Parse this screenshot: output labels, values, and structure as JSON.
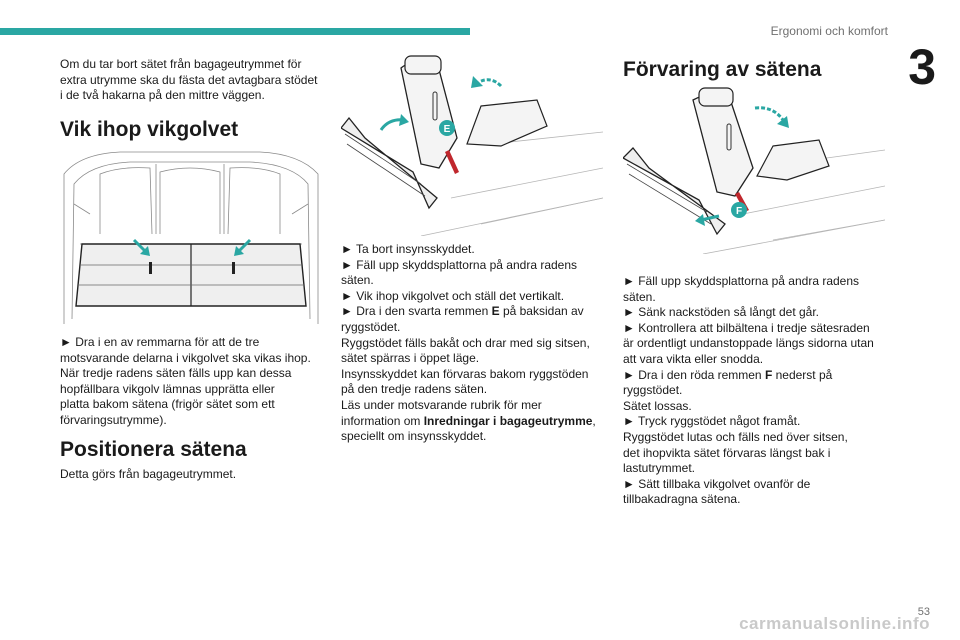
{
  "colors": {
    "accent": "#2aa7a3",
    "badge": "#2aa7a3",
    "strap_red": "#c0272d"
  },
  "header": {
    "section_title": "Ergonomi och komfort",
    "chapter_number": "3",
    "page_number": "53"
  },
  "col1": {
    "intro": [
      "Om du tar bort sätet från bagageutrymmet för",
      "extra utrymme ska du fästa det avtagbara stödet",
      "i de två hakarna på den mittre väggen."
    ],
    "heading1": "Vik ihop vikgolvet",
    "para1": [
      "► Dra i en av remmarna för att de tre",
      "motsvarande delarna i vikgolvet ska vikas ihop.",
      "När tredje radens säten fälls upp kan dessa",
      "hopfällbara vikgolv lämnas upprätta eller",
      "platta bakom sätena (frigör sätet som ett",
      "förvaringsutrymme)."
    ],
    "heading2": "Positionera sätena",
    "para2": "Detta görs från bagageutrymmet."
  },
  "col2": {
    "badge": "E",
    "lines": [
      "► Ta bort insynsskyddet.",
      "► Fäll upp skyddsplattorna på andra radens",
      "säten.",
      "► Vik ihop vikgolvet och ställ det vertikalt."
    ],
    "strap_line_pre": "► Dra i den svarta remmen ",
    "strap_letter": "E",
    "strap_line_post": " på baksidan av",
    "lines2": [
      "ryggstödet.",
      "Ryggstödet fälls bakåt och drar med sig sitsen,",
      "sätet spärras i öppet läge.",
      "Insynsskyddet kan förvaras bakom ryggstöden",
      "på den tredje radens säten.",
      "Läs under motsvarande rubrik för mer"
    ],
    "ref_pre": "information om ",
    "ref_bold": "Inredningar i bagageutrymme",
    "ref_post": ",",
    "last": "speciellt om insynsskyddet."
  },
  "col3": {
    "heading": "Förvaring av sätena",
    "badge": "F",
    "lines": [
      "► Fäll upp skyddsplattorna på andra radens",
      "säten.",
      "► Sänk nackstöden så långt det går.",
      "► Kontrollera att bilbältena i tredje sätesraden",
      "är ordentligt undanstoppade längs sidorna utan",
      "att vara vikta eller snodda."
    ],
    "strap_line_pre": "► Dra i den röda remmen ",
    "strap_letter": "F",
    "strap_line_post": " nederst på",
    "lines2": [
      "ryggstödet.",
      "Sätet lossas.",
      "► Tryck ryggstödet något framåt.",
      "Ryggstödet lutas och fälls ned över sitsen,",
      "det ihopvikta sätet förvaras längst bak i",
      "lastutrymmet.",
      "► Sätt tillbaka vikgolvet ovanför de",
      "tillbakadragna sätena."
    ]
  },
  "footer": {
    "watermark": "carmanualsonline.info"
  }
}
